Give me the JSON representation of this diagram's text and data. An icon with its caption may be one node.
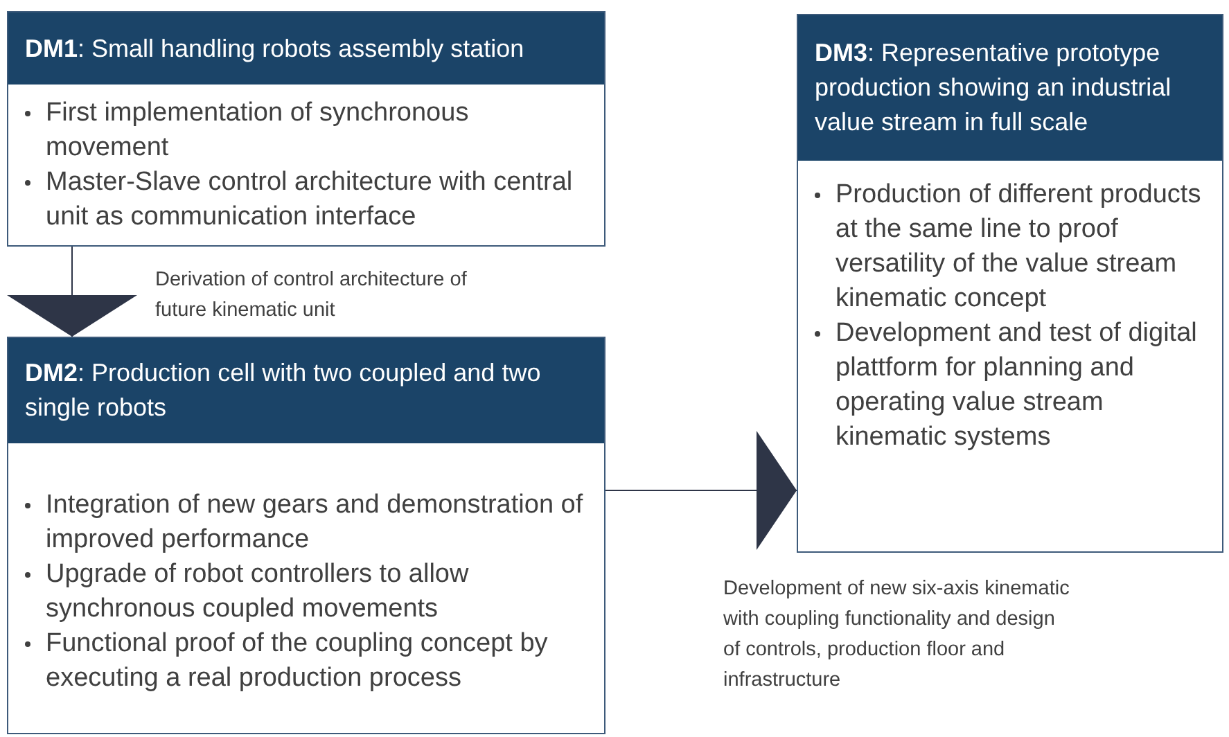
{
  "diagram": {
    "nodes": [
      {
        "text": [
          "**DM1**: Small handling robots assembly station",
          "First implementation of synchronous movement",
          "Master-Slave control architecture with central unit as communication interface"
        ]
      },
      {
        "text": [
          "**DM2**: Production cell with two coupled and two single robots",
          "Integration of new gears and demonstration of improved performance",
          "Upgrade of robot controllers to allow synchronous coupled movements",
          "Functional proof of the coupling concept by executing a real production process"
        ]
      },
      {
        "text": [
          "**DM3**: Representative prototype production showing an industrial value stream in full scale",
          "Production of different products at the same line to proof versatility of the value stream kinematic concept",
          "Development and test of digital plattform for planning and operating value stream kinematic systems"
        ]
      }
    ],
    "edges": [
      {
        "from": 0,
        "to": 1,
        "arrow": "to",
        "label": "Derivation of control architecture of future kinematic unit"
      },
      {
        "from": 1,
        "to": 2,
        "arrow": "to",
        "label": "Development of new six-axis kinematic with coupling functionality and design of controls, production floor and infrastructure"
      }
    ]
  }
}
